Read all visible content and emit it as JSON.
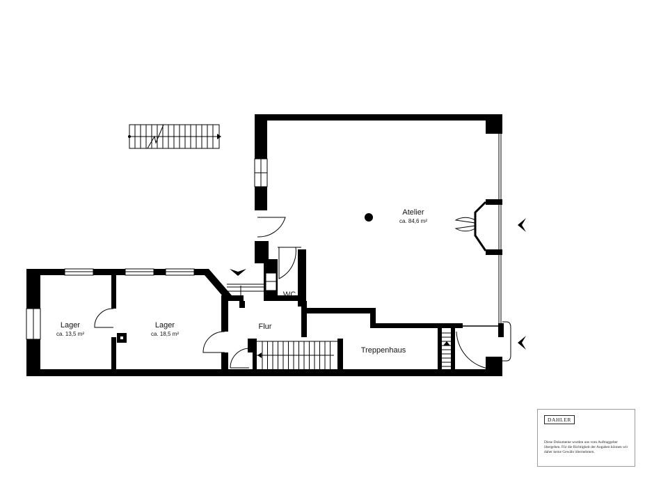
{
  "rooms": {
    "atelier": {
      "name": "Atelier",
      "area": "ca. 84,6 m²"
    },
    "lager_left": {
      "name": "Lager",
      "area": "ca. 13,5 m²"
    },
    "lager_right": {
      "name": "Lager",
      "area": "ca. 18,5 m²"
    },
    "wc": {
      "name": "WC"
    },
    "flur": {
      "name": "Flur"
    },
    "treppenhaus": {
      "name": "Treppenhaus"
    }
  },
  "disclaimer": {
    "brand": "DAHLER",
    "text": "Diese Dokumente wurden uns vom Auftraggeber übergeben. Für die Richtigkeit der Angaben können wir daher keine Gewähr übernehmen."
  },
  "colors": {
    "wall": "#000000",
    "background": "#ffffff",
    "frame": "#9a9a9a"
  },
  "icons": [
    "entrance-arrow-icon",
    "entrance-arrow-icon",
    "entrance-arrow-icon",
    "column-icon",
    "north-stair-symbol-icon"
  ]
}
